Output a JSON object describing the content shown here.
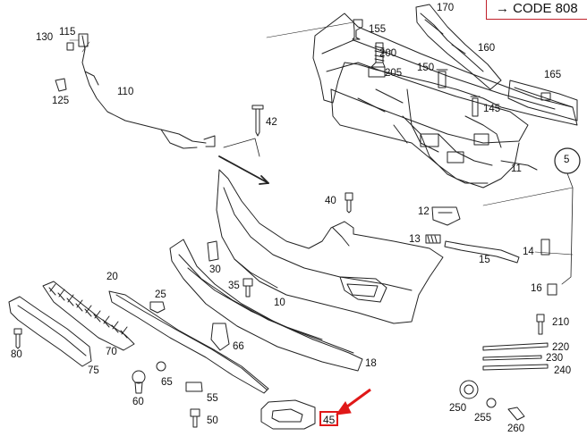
{
  "code_box": {
    "arrow": "→",
    "text": "CODE 808"
  },
  "highlight_color": "#e01818",
  "labels": {
    "l130": "130",
    "l115": "115",
    "l125": "125",
    "l110": "110",
    "l42": "42",
    "l155": "155",
    "l170": "170",
    "l200": "200",
    "l205": "205",
    "l160": "160",
    "l150": "150",
    "l165": "165",
    "l145": "145",
    "l11": "11",
    "l5": "5",
    "l40": "40",
    "l12": "12",
    "l13": "13",
    "l14": "14",
    "l15": "15",
    "l20": "20",
    "l30": "30",
    "l35": "35",
    "l10": "10",
    "l25": "25",
    "l16": "16",
    "l210": "210",
    "l66": "66",
    "l70": "70",
    "l80": "80",
    "l75": "75",
    "l65": "65",
    "l60": "60",
    "l220": "220",
    "l18": "18",
    "l230": "230",
    "l240": "240",
    "l55": "55",
    "l50": "50",
    "l250": "250",
    "l255": "255",
    "l260": "260",
    "l45": "45"
  }
}
